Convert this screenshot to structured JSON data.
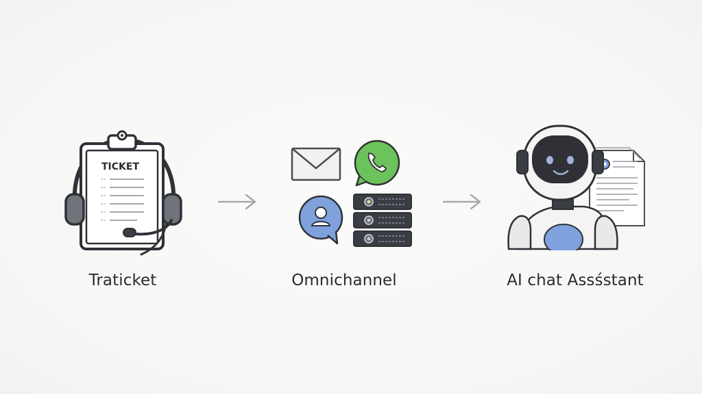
{
  "steps": [
    {
      "label": "Traticket",
      "illustration_text": "TICKET",
      "icon": "clipboard-headset-icon"
    },
    {
      "label": "Omnichannel",
      "icon": "channels-servers-icon"
    },
    {
      "label": "AI chat Assśstant",
      "icon": "robot-document-icon"
    }
  ],
  "arrows": [
    {
      "icon": "arrow-right-icon"
    },
    {
      "icon": "arrow-right-icon"
    }
  ],
  "colors": {
    "outline": "#2f3136",
    "accent_blue": "#7fa2dd",
    "whatsapp_green": "#6cc35b",
    "paper": "#ffffff",
    "server_dark": "#3a3d44",
    "arrow_gray": "#a8a8a8"
  }
}
